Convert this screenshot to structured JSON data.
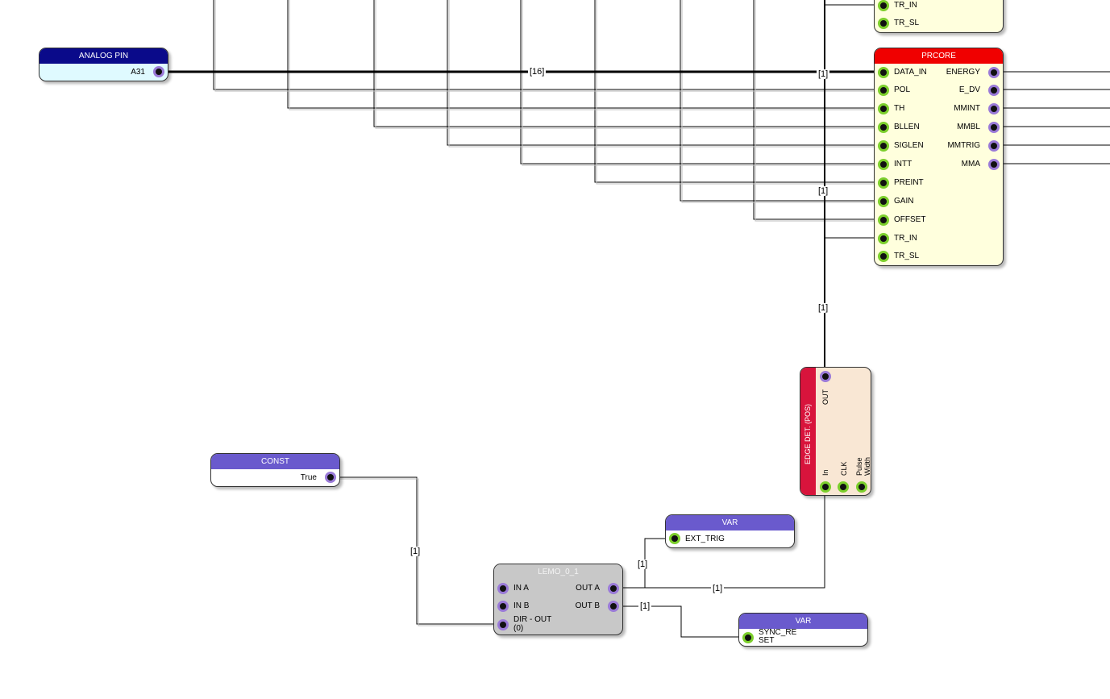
{
  "blocks": {
    "analog_pin": {
      "title": "ANALOG PIN",
      "port": "A31"
    },
    "prcore_top": {
      "inputs": [
        "TR_IN",
        "TR_SL"
      ]
    },
    "prcore": {
      "title": "PRCORE",
      "inputs": [
        "DATA_IN",
        "POL",
        "TH",
        "BLLEN",
        "SIGLEN",
        "INTT",
        "PREINT",
        "GAIN",
        "OFFSET",
        "TR_IN",
        "TR_SL"
      ],
      "outputs": [
        "ENERGY",
        "E_DV",
        "MMINT",
        "MMBL",
        "MMTRIG",
        "MMA"
      ]
    },
    "edge_det": {
      "title": "EDGE DET. (POS)",
      "output": "OUT",
      "inputs": [
        "In",
        "CLK",
        "Pulse Width"
      ]
    },
    "const": {
      "title": "CONST",
      "port": "True"
    },
    "var_ext": {
      "title": "VAR",
      "port": "EXT_TRIG"
    },
    "lemo": {
      "title": "LEMO_0_1",
      "inputs": [
        "IN A",
        "IN B",
        "DIR - OUT (0)"
      ],
      "outputs": [
        "OUT A",
        "OUT B"
      ]
    },
    "var_sync": {
      "title": "VAR",
      "port": "SYNC_RE SET"
    }
  },
  "bus_labels": {
    "analog_data": "[16]",
    "trig_a": "[1]",
    "trig_b": "[1]",
    "trig_c": "[1]",
    "const_dir": "[1]",
    "lemo_var": "[1]",
    "lemo_edge": "[1]",
    "lemo_outb": "[1]"
  },
  "colors": {
    "analog_header": "#0a0a8a",
    "analog_body": "#dffaff",
    "prcore_header": "#f00000",
    "prcore_body": "#ffffdd",
    "edge_strip": "#d8143c",
    "edge_body": "#f9e7d4",
    "var_header": "#6a5acd",
    "lemo_body": "#c8c8c8",
    "port_in_ring": "#7ccf2c",
    "port_out_ring": "#9a7ad8"
  }
}
